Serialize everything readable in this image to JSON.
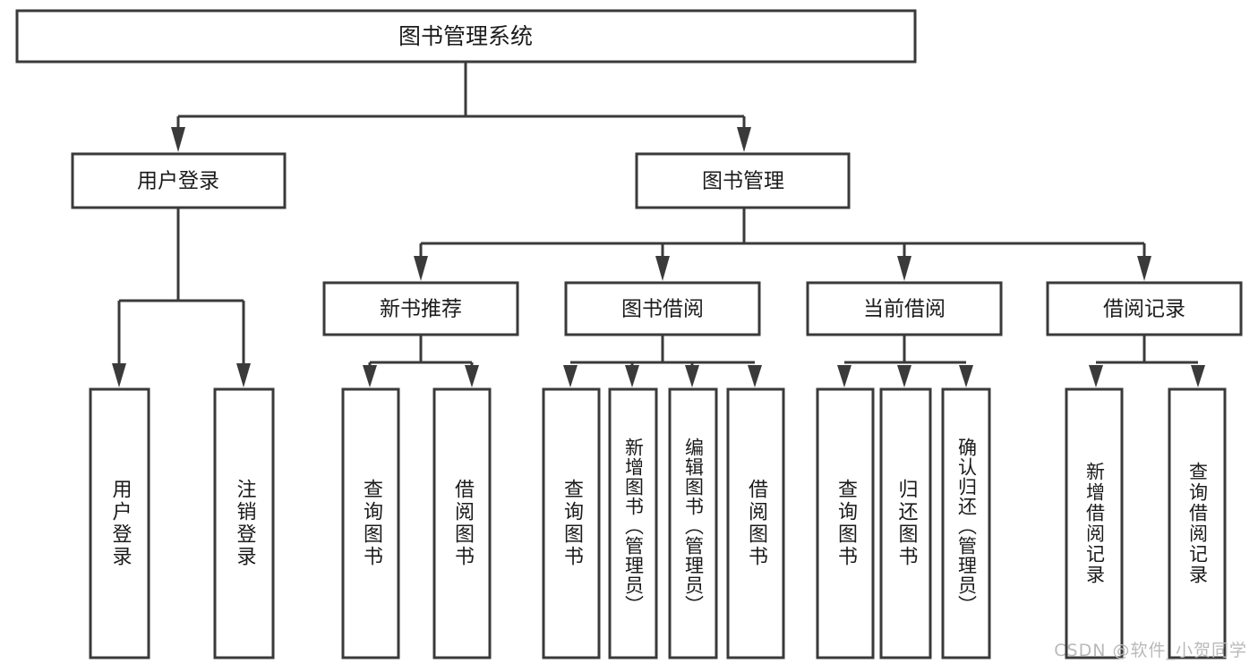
{
  "diagram": {
    "title": "图书管理系统",
    "type": "tree",
    "orientation": "top-down",
    "root": {
      "id": "root",
      "label": "图书管理系统",
      "children": [
        {
          "id": "user-login",
          "label": "用户登录",
          "children": [
            {
              "id": "user-login-do",
              "label": "用户登录"
            },
            {
              "id": "user-logout",
              "label": "注销登录"
            }
          ]
        },
        {
          "id": "book-manage",
          "label": "图书管理",
          "children": [
            {
              "id": "new-book-rec",
              "label": "新书推荐",
              "children": [
                {
                  "id": "query-book-1",
                  "label": "查询图书"
                },
                {
                  "id": "borrow-book-1",
                  "label": "借阅图书"
                }
              ]
            },
            {
              "id": "book-borrow",
              "label": "图书借阅",
              "children": [
                {
                  "id": "query-book-2",
                  "label": "查询图书"
                },
                {
                  "id": "add-book",
                  "label": "新增图书（管理员）"
                },
                {
                  "id": "edit-book",
                  "label": "编辑图书（管理员）"
                },
                {
                  "id": "borrow-book-2",
                  "label": "借阅图书"
                }
              ]
            },
            {
              "id": "current-borrow",
              "label": "当前借阅",
              "children": [
                {
                  "id": "query-book-3",
                  "label": "查询图书"
                },
                {
                  "id": "return-book",
                  "label": "归还图书"
                },
                {
                  "id": "confirm-return",
                  "label": "确认归还（管理员）"
                }
              ]
            },
            {
              "id": "borrow-record",
              "label": "借阅记录",
              "children": [
                {
                  "id": "add-borrow-record",
                  "label": "新增借阅记录"
                },
                {
                  "id": "query-borrow-record",
                  "label": "查询借阅记录"
                }
              ]
            }
          ]
        }
      ]
    }
  },
  "colors": {
    "box_stroke": "#3a3a3a",
    "box_fill": "#ffffff",
    "text": "#1b1b1b",
    "background": "#ffffff",
    "watermark": "#b9b9b9"
  },
  "watermark": {
    "text": "CSDN @软件_小贺同学"
  }
}
